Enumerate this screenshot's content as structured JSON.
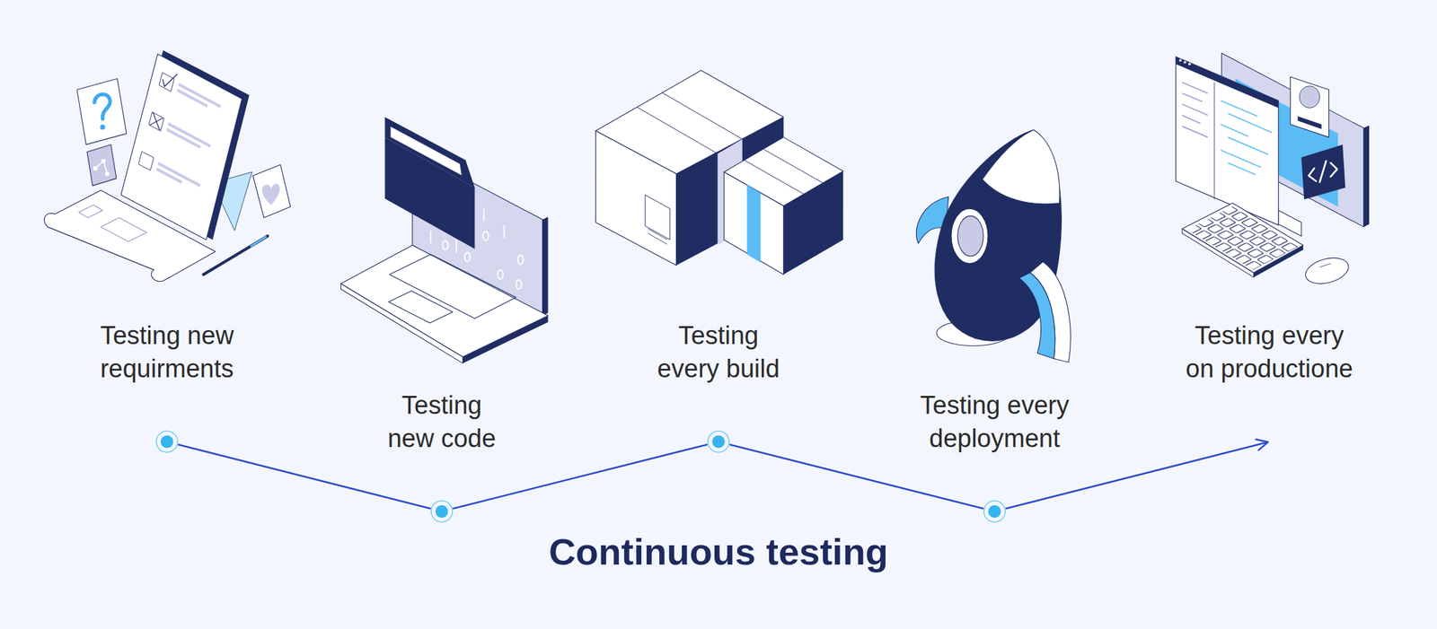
{
  "diagram": {
    "title": "Continuous testing",
    "nodes": [
      {
        "text": [
          "Testing new requirments"
        ]
      },
      {
        "text": [
          "Testing new code"
        ]
      },
      {
        "text": [
          "Testing every build"
        ]
      },
      {
        "text": [
          "Testing every deployment"
        ]
      },
      {
        "text": [
          "Testing every on productione"
        ]
      }
    ],
    "edges": [
      {
        "from": 0,
        "to": 1,
        "arrow": "none"
      },
      {
        "from": 1,
        "to": 2,
        "arrow": "none"
      },
      {
        "from": 2,
        "to": 3,
        "arrow": "none"
      },
      {
        "from": 3,
        "to": 4,
        "arrow": "to"
      }
    ]
  }
}
